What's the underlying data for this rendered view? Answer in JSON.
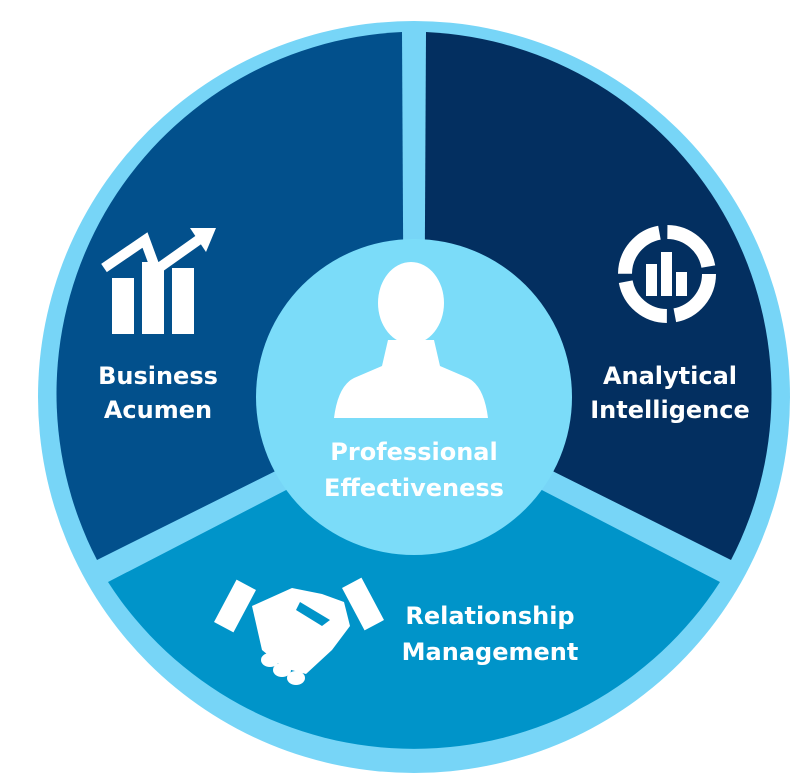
{
  "colors": {
    "outer_ring": "#77d5f7",
    "business_acumen": "#02508c",
    "analytical_intelligence": "#032f60",
    "relationship_management": "#0094c9",
    "center": "#7bdcf9",
    "text": "#ffffff"
  },
  "center": {
    "icon": "person-silhouette-icon",
    "label_line1": "Professional",
    "label_line2": "Effectiveness"
  },
  "segments": {
    "business_acumen": {
      "icon": "growth-bar-chart-icon",
      "label_line1": "Business",
      "label_line2": "Acumen"
    },
    "analytical_intelligence": {
      "icon": "donut-bar-chart-icon",
      "label_line1": "Analytical",
      "label_line2": "Intelligence"
    },
    "relationship_management": {
      "icon": "handshake-icon",
      "label_line1": "Relationship",
      "label_line2": "Management"
    }
  }
}
